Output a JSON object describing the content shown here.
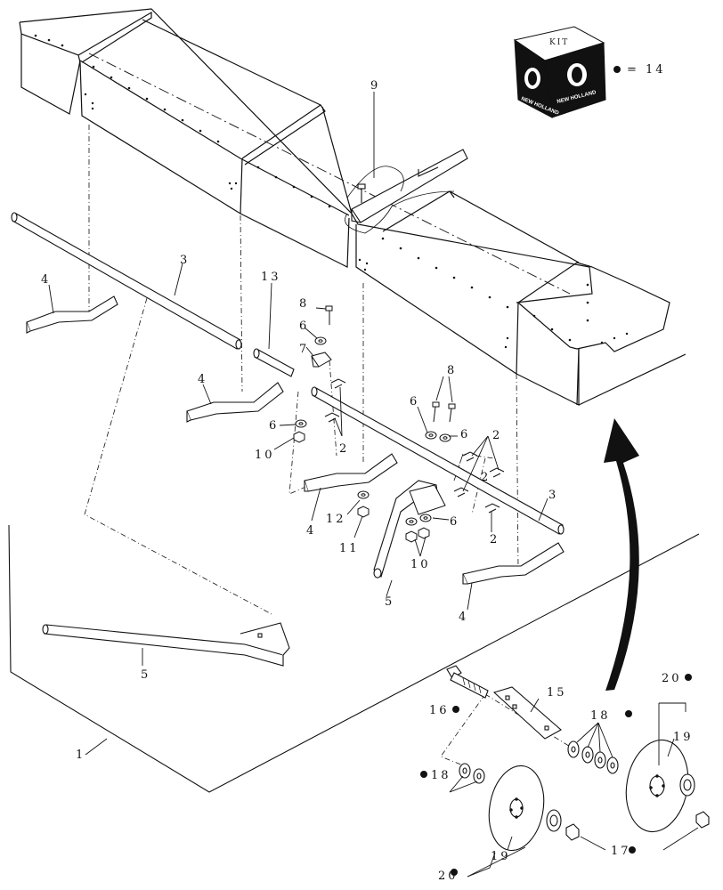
{
  "kit_label": "KIT",
  "kit_legend": "= 14",
  "brand": "NEW HOLLAND",
  "callouts": {
    "c1": "1",
    "c2a": "2",
    "c2b": "2",
    "c2c": "2",
    "c2d": "2",
    "c3a": "3",
    "c3b": "3",
    "c4a": "4",
    "c4b": "4",
    "c4c": "4",
    "c4d": "4",
    "c5a": "5",
    "c5b": "5",
    "c6a": "6",
    "c6b": "6",
    "c6c": "6",
    "c6d": "6",
    "c6e": "6",
    "c7": "7",
    "c8a": "8",
    "c8b": "8",
    "c9": "9",
    "c10a": "10",
    "c10b": "10",
    "c11": "11",
    "c12": "12",
    "c13": "13",
    "c15": "15",
    "c16": "16",
    "c17": "17",
    "c18a": "18",
    "c18b": "18",
    "c19a": "19",
    "c19b": "19",
    "c20a": "20",
    "c20b": "20"
  }
}
